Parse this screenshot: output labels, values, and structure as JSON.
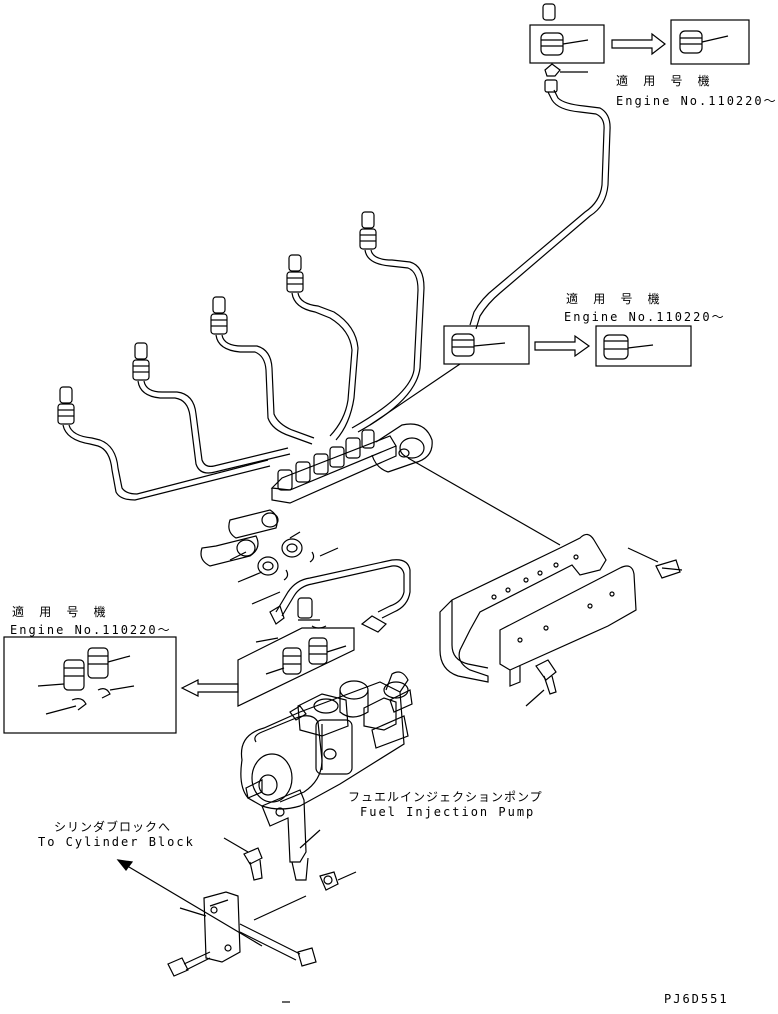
{
  "notes": {
    "top": {
      "jp": "適 用 号 機",
      "en": "Engine No.110220～"
    },
    "mid": {
      "jp": "適 用 号 機",
      "en": "Engine No.110220～"
    },
    "left": {
      "jp": "適 用 号 機",
      "en": "Engine No.110220～"
    }
  },
  "pump_label": {
    "jp": "フュエルインジェクションポンプ",
    "en": "Fuel Injection Pump"
  },
  "cylinder_label": {
    "jp": "シリンダブロックへ",
    "en": "To Cylinder Block"
  },
  "drawing_code": "PJ6D551"
}
